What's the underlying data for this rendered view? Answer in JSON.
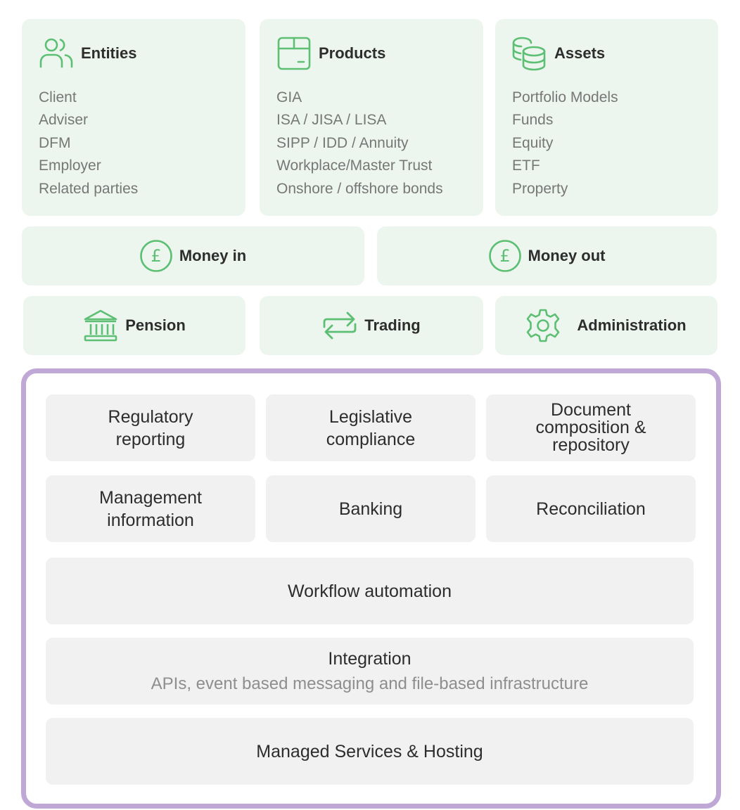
{
  "top_cards": [
    {
      "title": "Entities",
      "icon": "people-icon",
      "items": [
        "Client",
        "Adviser",
        "DFM",
        "Employer",
        "Related parties"
      ]
    },
    {
      "title": "Products",
      "icon": "box-icon",
      "items": [
        "GIA",
        "ISA / JISA / LISA",
        "SIPP / IDD / Annuity",
        "Workplace/Master Trust",
        "Onshore / offshore bonds"
      ]
    },
    {
      "title": "Assets",
      "icon": "database-icon",
      "items": [
        "Portfolio Models",
        "Funds",
        "Equity",
        "ETF",
        "Property"
      ]
    }
  ],
  "money": [
    {
      "label": "Money in",
      "icon": "pound-icon"
    },
    {
      "label": "Money out",
      "icon": "pound-icon"
    }
  ],
  "services": [
    {
      "label": "Pension",
      "icon": "bank-icon"
    },
    {
      "label": "Trading",
      "icon": "transfer-arrows-icon"
    },
    {
      "label": "Administration",
      "icon": "gear-icon"
    }
  ],
  "platform": {
    "row1": [
      {
        "lines": [
          "Regulatory",
          "reporting"
        ]
      },
      {
        "lines": [
          "Legislative",
          "compliance"
        ]
      },
      {
        "lines": [
          "Document",
          "composition &",
          "repository"
        ]
      }
    ],
    "row2": [
      {
        "lines": [
          "Management",
          "information"
        ]
      },
      {
        "lines": [
          "Banking"
        ]
      },
      {
        "lines": [
          "Reconciliation"
        ]
      }
    ],
    "workflow": "Workflow automation",
    "integration": {
      "title": "Integration",
      "subtitle": "APIs, event based messaging and file-based infrastructure"
    },
    "hosting": "Managed Services & Hosting"
  },
  "colors": {
    "accent_green": "#5cbf73",
    "card_bg": "#edf6ee",
    "frame_purple": "#bfa8d6",
    "box_bg": "#f1f1f2"
  }
}
